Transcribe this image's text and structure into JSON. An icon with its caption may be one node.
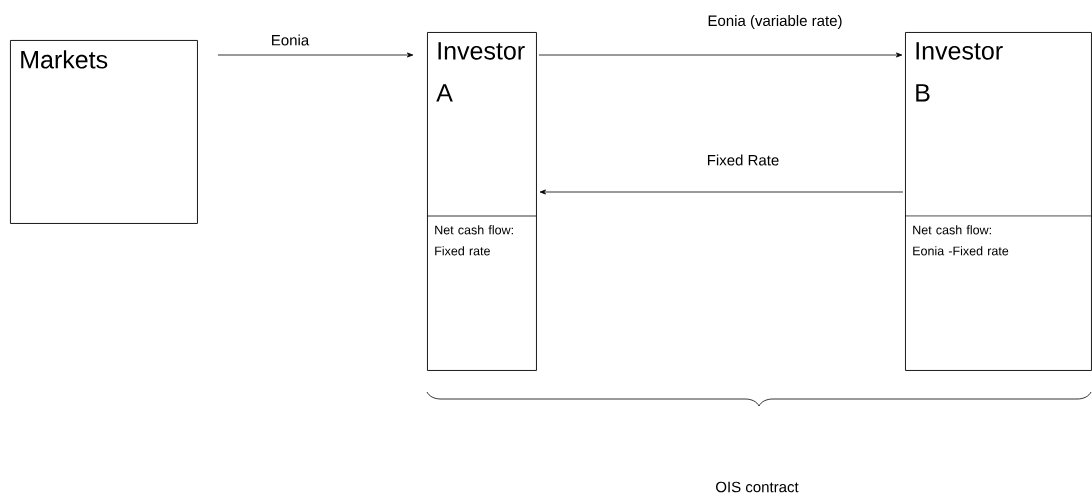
{
  "diagram": {
    "nodes": [
      {
        "text": [
          "Markets"
        ]
      },
      {
        "text": [
          "Investor A",
          "Net cash flow: Fixed rate"
        ]
      },
      {
        "text": [
          "Investor B",
          "Net cash flow: Eonia -Fixed rate"
        ]
      }
    ],
    "edges": [
      {
        "from": 0,
        "to": 1,
        "arrow": "to",
        "label": "Eonia"
      },
      {
        "from": 1,
        "to": 2,
        "arrow": "to",
        "label": "Eonia (variable rate)"
      },
      {
        "from": 2,
        "to": 1,
        "arrow": "to",
        "label": "Fixed Rate"
      }
    ],
    "labels": [
      "OIS contract"
    ]
  }
}
